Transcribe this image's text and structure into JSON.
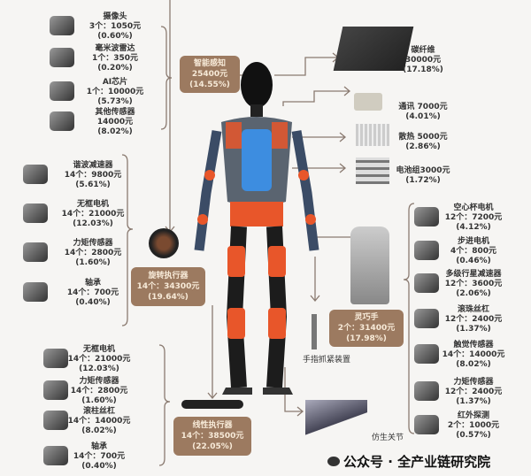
{
  "perception": {
    "box": {
      "title": "智能感知",
      "cost": "25400元",
      "pct": "(14.55%)"
    },
    "items": [
      {
        "name": "摄像头",
        "qty": "3个：1050元",
        "pct": "(0.60%)",
        "icon": "camera-icon"
      },
      {
        "name": "毫米波雷达",
        "qty": "1个：350元",
        "pct": "(0.20%)",
        "icon": "radar-icon"
      },
      {
        "name": "AI芯片",
        "qty": "1个：10000元",
        "pct": "(5.73%)",
        "icon": "chip-icon"
      },
      {
        "name": "其他传感器",
        "qty": "14000元",
        "pct": "(8.02%)",
        "icon": "sensor-icon"
      }
    ]
  },
  "body_parts": [
    {
      "name": "碳纤维",
      "qty": "30000元",
      "pct": "(17.18%)",
      "icon": "carbon-fiber-icon"
    },
    {
      "name": "通讯 7000元",
      "qty": "",
      "pct": "(4.01%)",
      "icon": "communication-module-icon"
    },
    {
      "name": "散热 5000元",
      "qty": "",
      "pct": "(2.86%)",
      "icon": "heatsink-icon"
    },
    {
      "name": "电池组3000元",
      "qty": "",
      "pct": "(1.72%)",
      "icon": "battery-pack-icon"
    }
  ],
  "rotary": {
    "box": {
      "title": "旋转执行器",
      "cost": "14个：34300元",
      "pct": "(19.64%)"
    },
    "items": [
      {
        "name": "谐波减速器",
        "qty": "14个：9800元",
        "pct": "(5.61%)",
        "icon": "harmonic-reducer-icon"
      },
      {
        "name": "无框电机",
        "qty": "14个：21000元",
        "pct": "(12.03%)",
        "icon": "frameless-motor-icon"
      },
      {
        "name": "力矩传感器",
        "qty": "14个：2800元",
        "pct": "(1.60%)",
        "icon": "torque-sensor-icon"
      },
      {
        "name": "轴承",
        "qty": "14个：700元",
        "pct": "(0.40%)",
        "icon": "bearing-icon"
      }
    ]
  },
  "hand": {
    "box": {
      "title": "灵巧手",
      "cost": "2个：31400元",
      "pct": "(17.98%)"
    },
    "caption": "手指抓紧装置",
    "items": [
      {
        "name": "空心杯电机",
        "qty": "12个：7200元",
        "pct": "(4.12%)",
        "icon": "coreless-motor-icon"
      },
      {
        "name": "步进电机",
        "qty": "4个：800元",
        "pct": "(0.46%)",
        "icon": "stepper-motor-icon"
      },
      {
        "name": "多级行星减速器",
        "qty": "12个：3600元",
        "pct": "(2.06%)",
        "icon": "planetary-gear-icon"
      },
      {
        "name": "滚珠丝杠",
        "qty": "12个：2400元",
        "pct": "(1.37%)",
        "icon": "ball-screw-icon"
      },
      {
        "name": "触觉传感器",
        "qty": "14个：14000元",
        "pct": "(8.02%)",
        "icon": "tactile-sensor-icon"
      },
      {
        "name": "力矩传感器",
        "qty": "12个：2400元",
        "pct": "(1.37%)",
        "icon": "torque-sensor-icon"
      },
      {
        "name": "红外探测",
        "qty": "2个：1000元",
        "pct": "(0.57%)",
        "icon": "infrared-sensor-icon"
      }
    ]
  },
  "linear": {
    "box": {
      "title": "线性执行器",
      "cost": "14个：38500元",
      "pct": "(22.05%)"
    },
    "items": [
      {
        "name": "无框电机",
        "qty": "14个：21000元",
        "pct": "(12.03%)",
        "icon": "frameless-motor-icon"
      },
      {
        "name": "力矩传感器",
        "qty": "14个：2800元",
        "pct": "(1.60%)",
        "icon": "torque-sensor-icon"
      },
      {
        "name": "滚柱丝杠",
        "qty": "14个：14000元",
        "pct": "(8.02%)",
        "icon": "roller-screw-icon"
      },
      {
        "name": "轴承",
        "qty": "14个：700元",
        "pct": "(0.40%)",
        "icon": "bearing-icon"
      }
    ]
  },
  "joint_caption": "仿生关节",
  "footer": {
    "text": "公众号 · 全产业链研究院",
    "icon": "wechat-icon"
  },
  "colors": {
    "box": "#9c7a60",
    "box_text": "#f7ead8",
    "robot_blue": "#3d8de0",
    "robot_orange": "#e8562a",
    "line": "#8a7a70"
  }
}
